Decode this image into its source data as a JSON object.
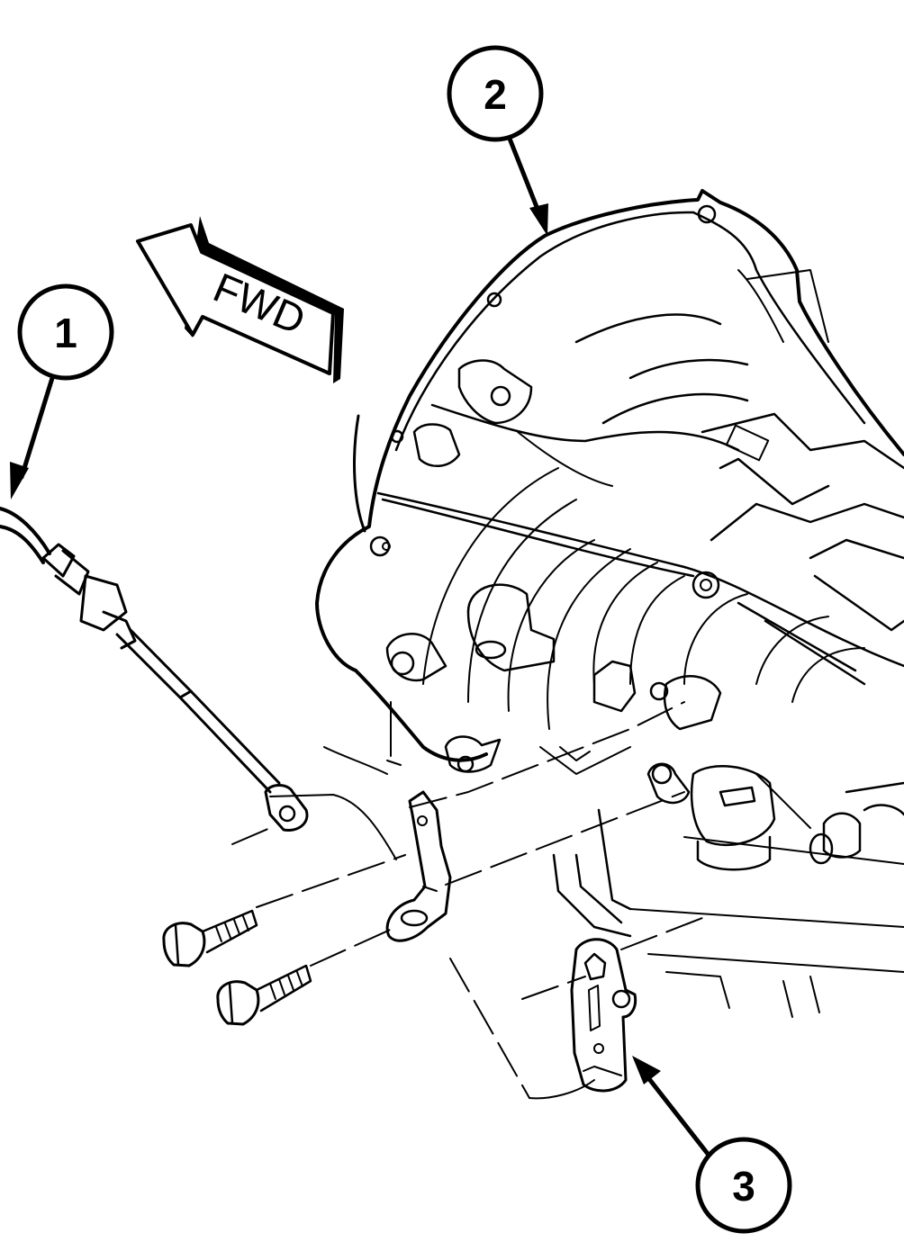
{
  "diagram": {
    "direction_label": "FWD",
    "callouts": [
      {
        "number": "1",
        "target": "cable"
      },
      {
        "number": "2",
        "target": "transmission"
      },
      {
        "number": "3",
        "target": "bracket"
      }
    ]
  }
}
